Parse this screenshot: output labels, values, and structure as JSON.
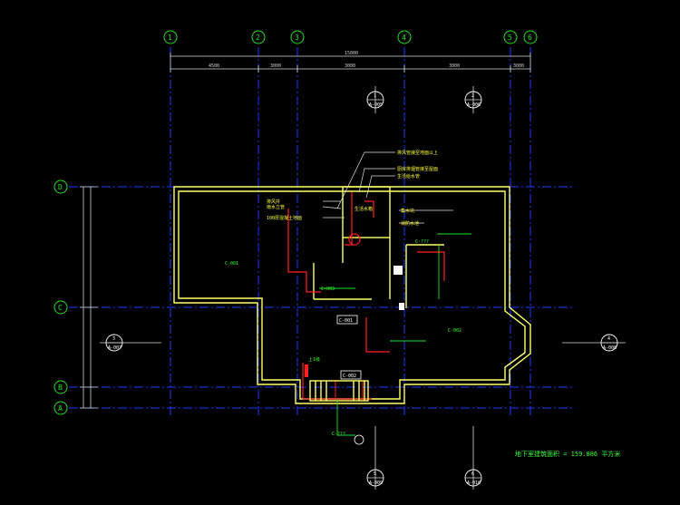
{
  "axes": {
    "top": [
      "1",
      "2",
      "3",
      "4",
      "5",
      "6"
    ],
    "left": [
      "D",
      "C",
      "B",
      "A"
    ]
  },
  "dimensions": {
    "overall": "15000",
    "segments": [
      "4500",
      "3000",
      "3000",
      "3000",
      "3000"
    ]
  },
  "section_marks": [
    {
      "num": "1",
      "ref": "A-005"
    },
    {
      "num": "2",
      "ref": "A-006"
    },
    {
      "num": "3",
      "ref": "A-007"
    },
    {
      "num": "4",
      "ref": "A-008"
    },
    {
      "num": "5",
      "ref": "A-009"
    },
    {
      "num": "6",
      "ref": "A-010"
    }
  ],
  "annotations": {
    "yellow": [
      "排风管接至地面以上",
      "厨房排烟管接至屋面",
      "生活给水管",
      "排风井",
      "雨水立管",
      "100厚混凝土地面",
      "集水坑",
      "消防水池",
      "生活水箱"
    ],
    "green": [
      "C-???",
      "C-001",
      "C-002",
      "C-003",
      "上1级"
    ],
    "room_tags": [
      "C-???",
      "C-001",
      "C-002"
    ]
  },
  "area_note": "地下室建筑面积 = 159.886 平方米"
}
